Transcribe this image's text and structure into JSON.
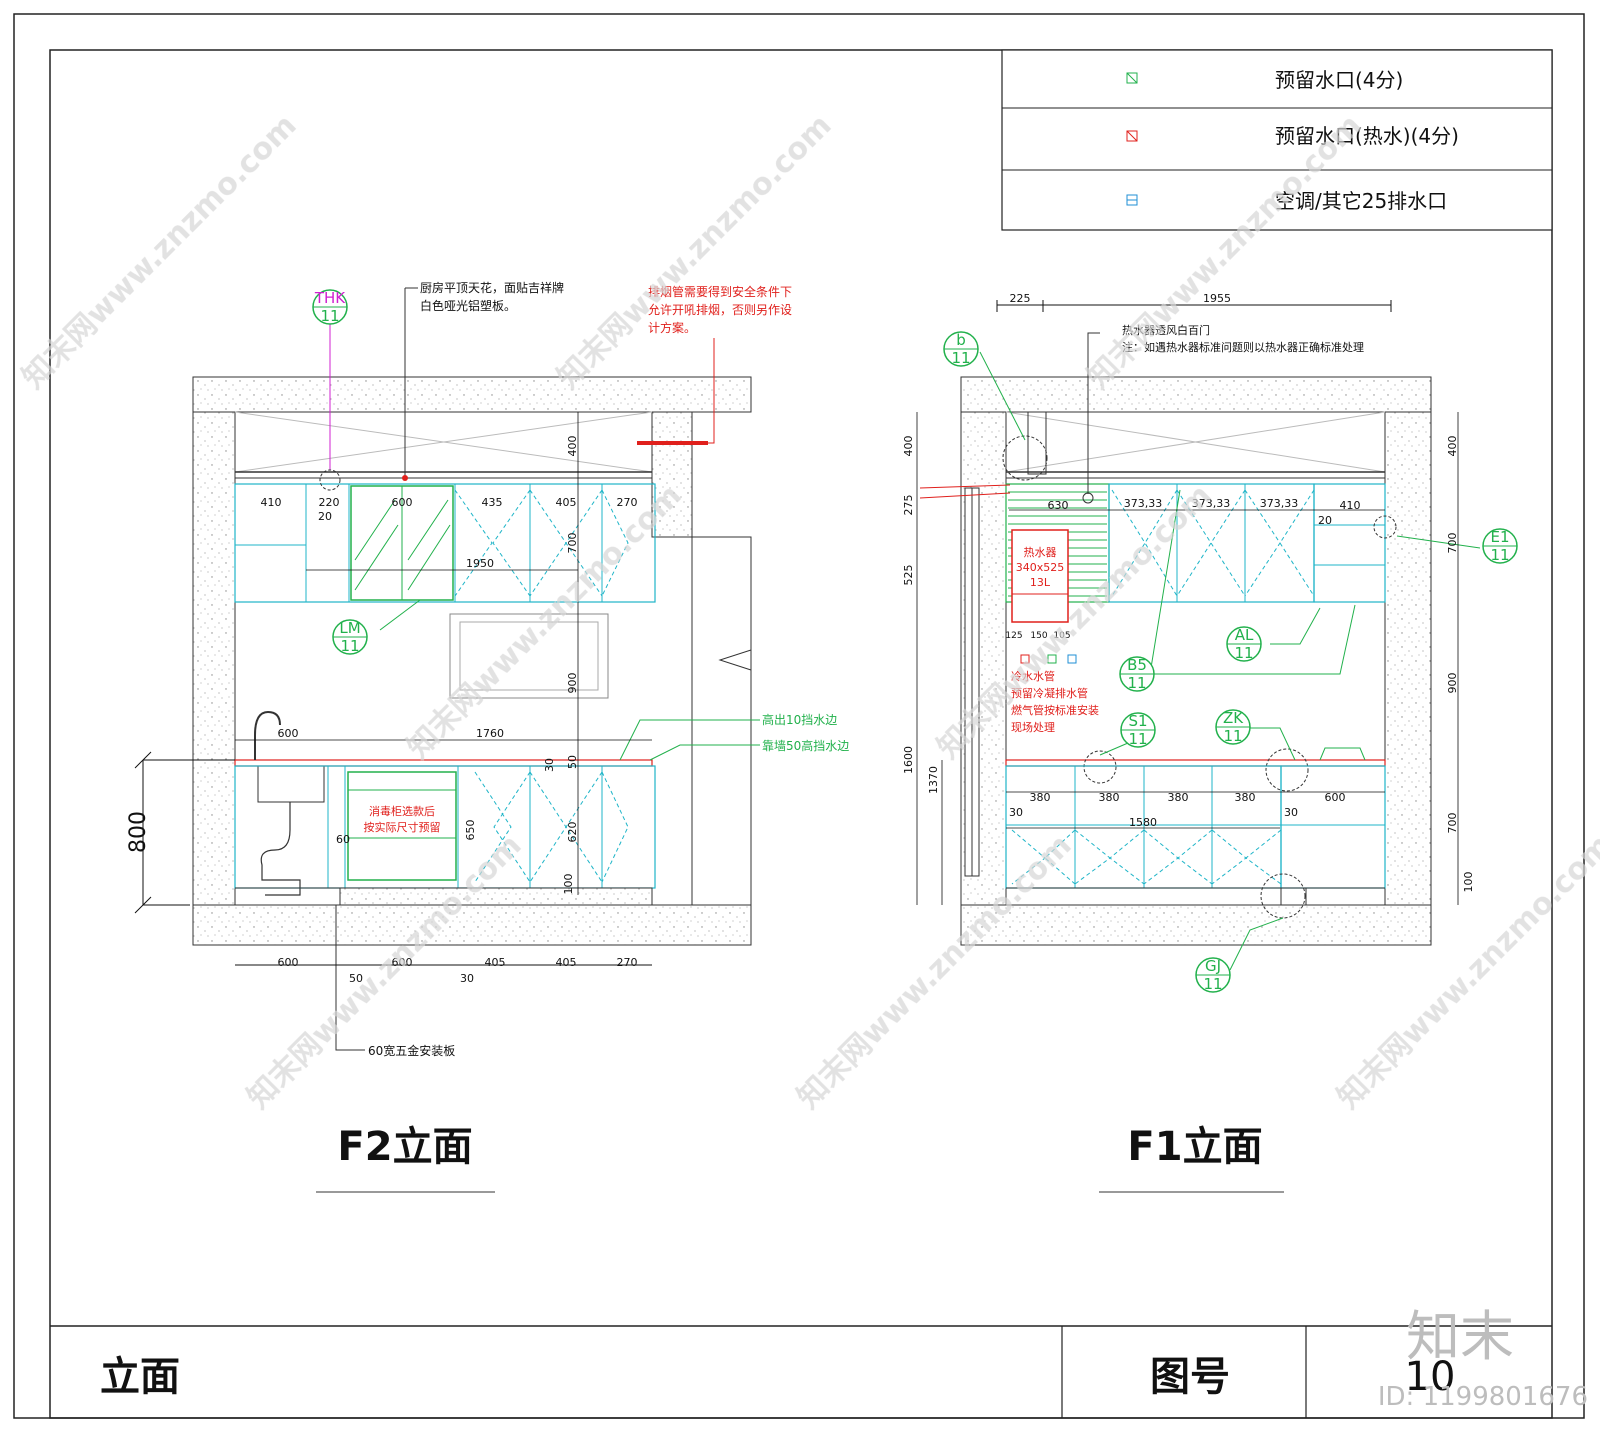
{
  "legend": {
    "items": [
      {
        "label": "预留水口(4分)",
        "color": "#22b14c"
      },
      {
        "label": "预留水口(热水)(4分)",
        "color": "#e0201c"
      },
      {
        "label": "空调/其它25排水口",
        "color": "#1f8fd6"
      }
    ]
  },
  "f2": {
    "title": "F2立面",
    "tag_thk": {
      "code": "THK",
      "num": "11"
    },
    "tag_lm": {
      "code": "LM",
      "num": "11"
    },
    "note_ceiling": [
      "厨房平顶天花，面贴吉祥牌",
      "白色哑光铝塑板。"
    ],
    "note_exhaust": [
      "排烟管需要得到安全条件下",
      "允许开吼排烟，否则另作设",
      "计方案。"
    ],
    "note_edge1": "高出10挡水边",
    "note_edge2": "靠墙50高挡水边",
    "note_disinfect": [
      "消毒柜选款后",
      "按实际尺寸预留"
    ],
    "note_hardware": "60宽五金安装板",
    "dim_800": "800",
    "dims_top": [
      "410",
      "220",
      "600",
      "435",
      "405",
      "270"
    ],
    "dim_20": "20",
    "dim_1950": "1950",
    "dim_600": "600",
    "dim_1760": "1760",
    "dim_60": "60",
    "dims_vert": [
      "400",
      "700",
      "900",
      "30",
      "50",
      "620",
      "650",
      "100"
    ],
    "dims_bottom": [
      "600",
      "50",
      "600",
      "30",
      "405",
      "405",
      "270"
    ]
  },
  "f1": {
    "title": "F1立面",
    "tag_b": {
      "code": "b",
      "num": "11"
    },
    "tag_e1": {
      "code": "E1",
      "num": "11"
    },
    "tag_al": {
      "code": "AL",
      "num": "11"
    },
    "tag_b5": {
      "code": "B5",
      "num": "11"
    },
    "tag_s1": {
      "code": "S1",
      "num": "11"
    },
    "tag_zk": {
      "code": "ZK",
      "num": "11"
    },
    "tag_gj": {
      "code": "GJ",
      "num": "11"
    },
    "note_vent": [
      "热水器透风白百门",
      "注：如遇热水器标准问题则以热水器正确标准处理"
    ],
    "heater": [
      "热水器",
      "340x525",
      "13L"
    ],
    "note_pipes": [
      "冷水水管",
      "预留冷凝排水管",
      "燃气管按标准安装",
      "现场处理"
    ],
    "dims_top": [
      "225",
      "1955"
    ],
    "dims_upper": [
      "630",
      "373,33",
      "373,33",
      "373,33",
      "410",
      "20"
    ],
    "dims_small": [
      "125",
      "150",
      "105"
    ],
    "dims_left": [
      "400",
      "275",
      "525",
      "1600",
      "1370"
    ],
    "dims_right": [
      "400",
      "700",
      "900",
      "700",
      "100"
    ],
    "dims_lower": [
      "380",
      "380",
      "380",
      "380",
      "600",
      "30",
      "30",
      "1580"
    ]
  },
  "titleblock": {
    "name": "立面",
    "number_label": "图号",
    "number": "10"
  },
  "watermark": {
    "text": "知末网www.znzmo.com",
    "logo": "知末",
    "id": "ID: 1199801676"
  }
}
